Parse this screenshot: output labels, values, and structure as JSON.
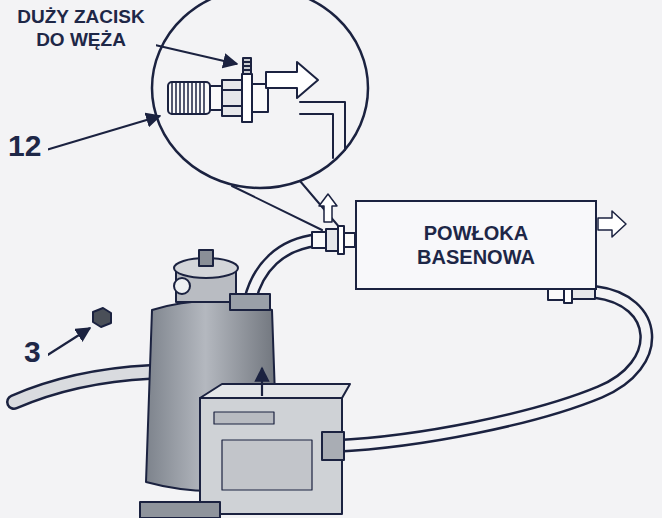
{
  "diagram": {
    "nodes": [
      {
        "text": [
          "POWŁOKA BASENOWA"
        ]
      }
    ],
    "labels": [
      "DUŻY ZACISK DO WĘŻA",
      "12",
      "3"
    ]
  }
}
